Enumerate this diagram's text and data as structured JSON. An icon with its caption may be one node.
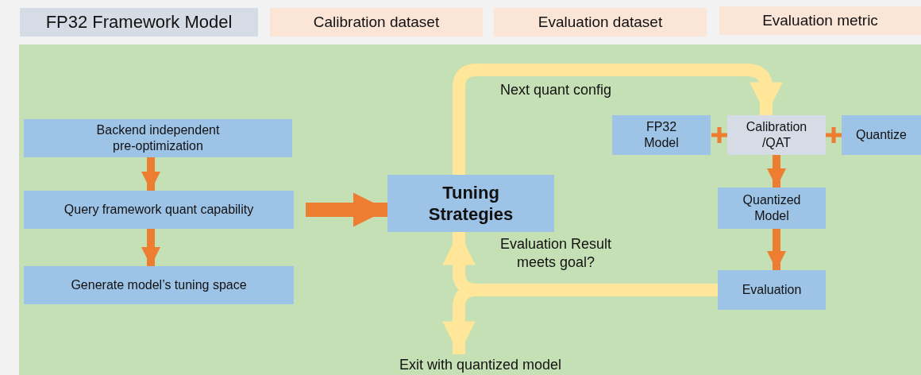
{
  "diagram": {
    "nodes": [
      {
        "text": [
          "FP32 Framework Model"
        ]
      },
      {
        "text": [
          "Calibration dataset"
        ]
      },
      {
        "text": [
          "Evaluation dataset"
        ]
      },
      {
        "text": [
          "Evaluation metric"
        ]
      },
      {
        "text": [],
        "shape": "box"
      },
      {
        "text": [
          "Backend independent pre-optimization"
        ],
        "in": 4
      },
      {
        "text": [
          "Query framework quant capability"
        ],
        "in": 4
      },
      {
        "text": [
          "Generate model’s tuning space"
        ],
        "in": 4
      },
      {
        "text": [
          "Tuning Strategies"
        ],
        "in": 4
      },
      {
        "text": [
          "FP32 Model"
        ],
        "in": 4
      },
      {
        "text": [
          "Calibration /QAT"
        ],
        "in": 4
      },
      {
        "text": [
          "Quantize"
        ],
        "in": 4
      },
      {
        "text": [
          "Quantized Model"
        ],
        "in": 4
      },
      {
        "text": [
          "Evaluation"
        ],
        "in": 4
      },
      {
        "text": [
          "Exit with quantized model"
        ],
        "in": 4
      }
    ],
    "edges": [
      {
        "from": 5,
        "to": 6,
        "arrow": "to"
      },
      {
        "from": 6,
        "to": 7,
        "arrow": "to"
      },
      {
        "from": 6,
        "to": 8,
        "arrow": "to",
        "style": "thick"
      },
      {
        "from": 8,
        "to": 10,
        "arrow": "to",
        "label": "Next quant config",
        "color": "#ffe699"
      },
      {
        "from": 10,
        "to": 12,
        "arrow": "to"
      },
      {
        "from": 12,
        "to": 13,
        "arrow": "to"
      },
      {
        "from": 13,
        "to": 8,
        "arrow": "to",
        "label": "Evaluation Result meets goal?",
        "color": "#ffe699"
      },
      {
        "from": 13,
        "to": 14,
        "arrow": "to",
        "color": "#ffe699"
      }
    ]
  }
}
